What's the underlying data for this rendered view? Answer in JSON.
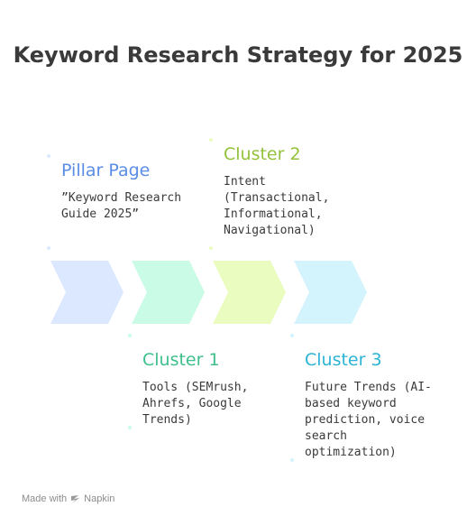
{
  "title": "Keyword Research Strategy for 2025",
  "steps": [
    {
      "heading": "Pillar Page",
      "text": "”Keyword Research Guide 2025”",
      "heading_color": "#5a8de6",
      "chevron_color": "#dbe8ff"
    },
    {
      "heading": "Cluster 1",
      "text": "Tools (SEMrush, Ahrefs, Google Trends)",
      "heading_color": "#3fbf8a",
      "chevron_color": "#c9fbe6"
    },
    {
      "heading": "Cluster 2",
      "text": "Intent (Transactional, Informational, Navigational)",
      "heading_color": "#93c23a",
      "chevron_color": "#eafcc0"
    },
    {
      "heading": "Cluster 3",
      "text": "Future Trends (AI-based keyword prediction, voice search optimization)",
      "heading_color": "#2cb4d6",
      "chevron_color": "#d3f3fd"
    }
  ],
  "footer": {
    "prefix": "Made with",
    "brand": "Napkin",
    "icon": "napkin-logo-icon"
  }
}
